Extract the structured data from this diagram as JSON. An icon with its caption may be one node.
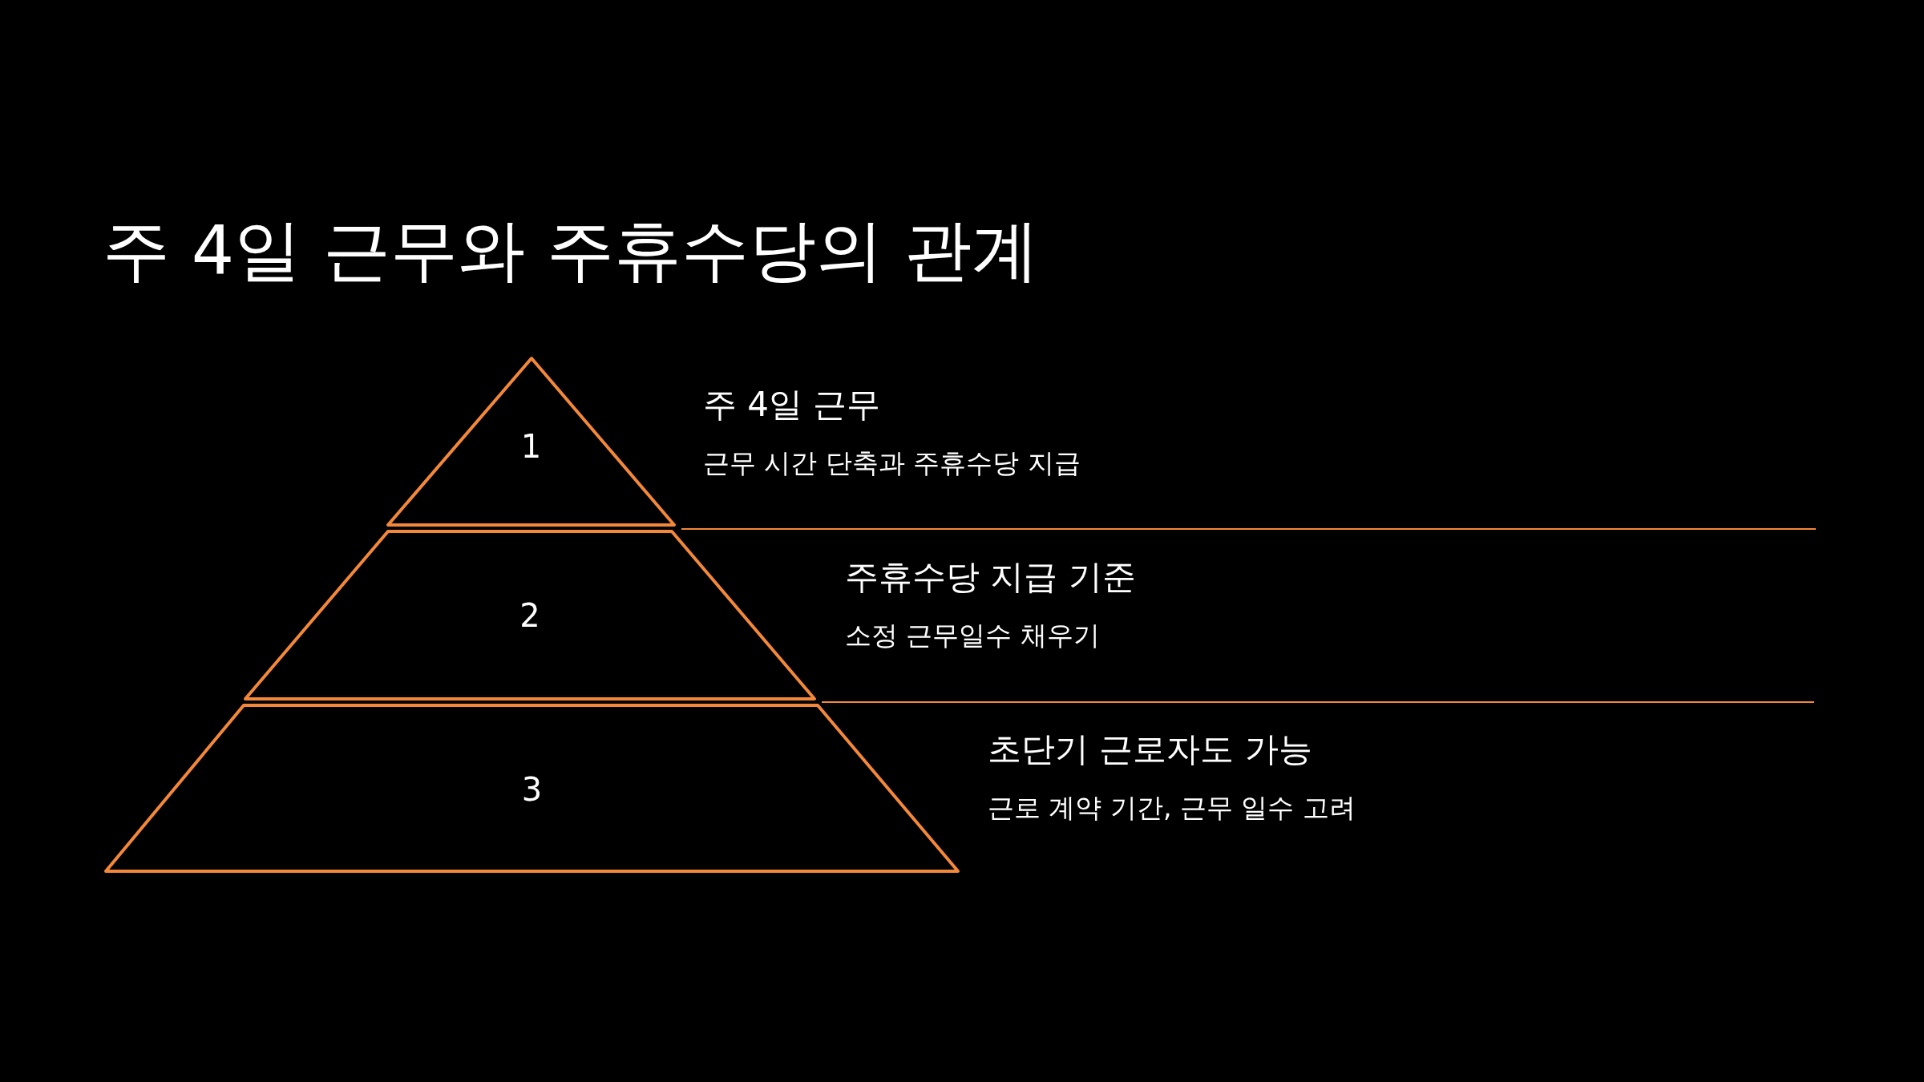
{
  "diagram": {
    "title": "주 4일 근무와 주휴수당의 관계",
    "nodes": [
      {
        "text": [
          "1"
        ],
        "beside": [
          "주 4일 근무",
          "근무 시간 단축과 주휴수당 지급"
        ]
      },
      {
        "text": [
          "2"
        ],
        "beside": [
          "주휴수당 지급 기준",
          "소정 근무일수 채우기"
        ]
      },
      {
        "text": [
          "3"
        ],
        "beside": [
          "초단기 근로자도 가능",
          "근로 계약 기간, 근무 일수 고려"
        ]
      }
    ],
    "edges": []
  }
}
